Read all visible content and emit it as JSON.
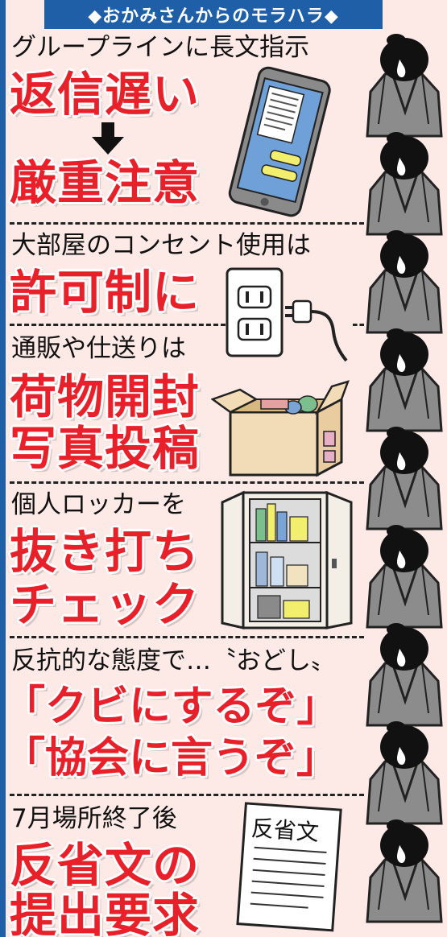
{
  "title": "◆おかみさんからのモラハラ◆",
  "sections": [
    {
      "caption": "グループラインに長文指示",
      "lines": [
        "返信遅い",
        "厳重注意"
      ]
    },
    {
      "caption": "大部屋のコンセント使用は",
      "lines": [
        "許可制に"
      ]
    },
    {
      "caption": "通販や仕送りは",
      "lines": [
        "荷物開封",
        "写真投稿"
      ]
    },
    {
      "caption": "個人ロッカーを",
      "lines": [
        "抜き打ち",
        "チェック"
      ]
    },
    {
      "caption": "反抗的な態度で…〝おどし〟",
      "lines": [
        "「クビにするぞ」",
        "「協会に言うぞ」"
      ]
    },
    {
      "caption": "7月場所終了後",
      "lines": [
        "反省文の",
        "提出要求"
      ]
    }
  ],
  "paper_label": "反省文",
  "colors": {
    "background": "#fde9e6",
    "headline": "#e8202a",
    "title_bar": "#1f5fa8",
    "kimono": "#8c8c8c"
  },
  "icons": [
    "arrow-down-icon",
    "smartphone-icon",
    "outlet-icon",
    "plug-icon",
    "cardboard-box-icon",
    "locker-icon",
    "document-icon",
    "sumo-wrestler-figure-icon"
  ]
}
